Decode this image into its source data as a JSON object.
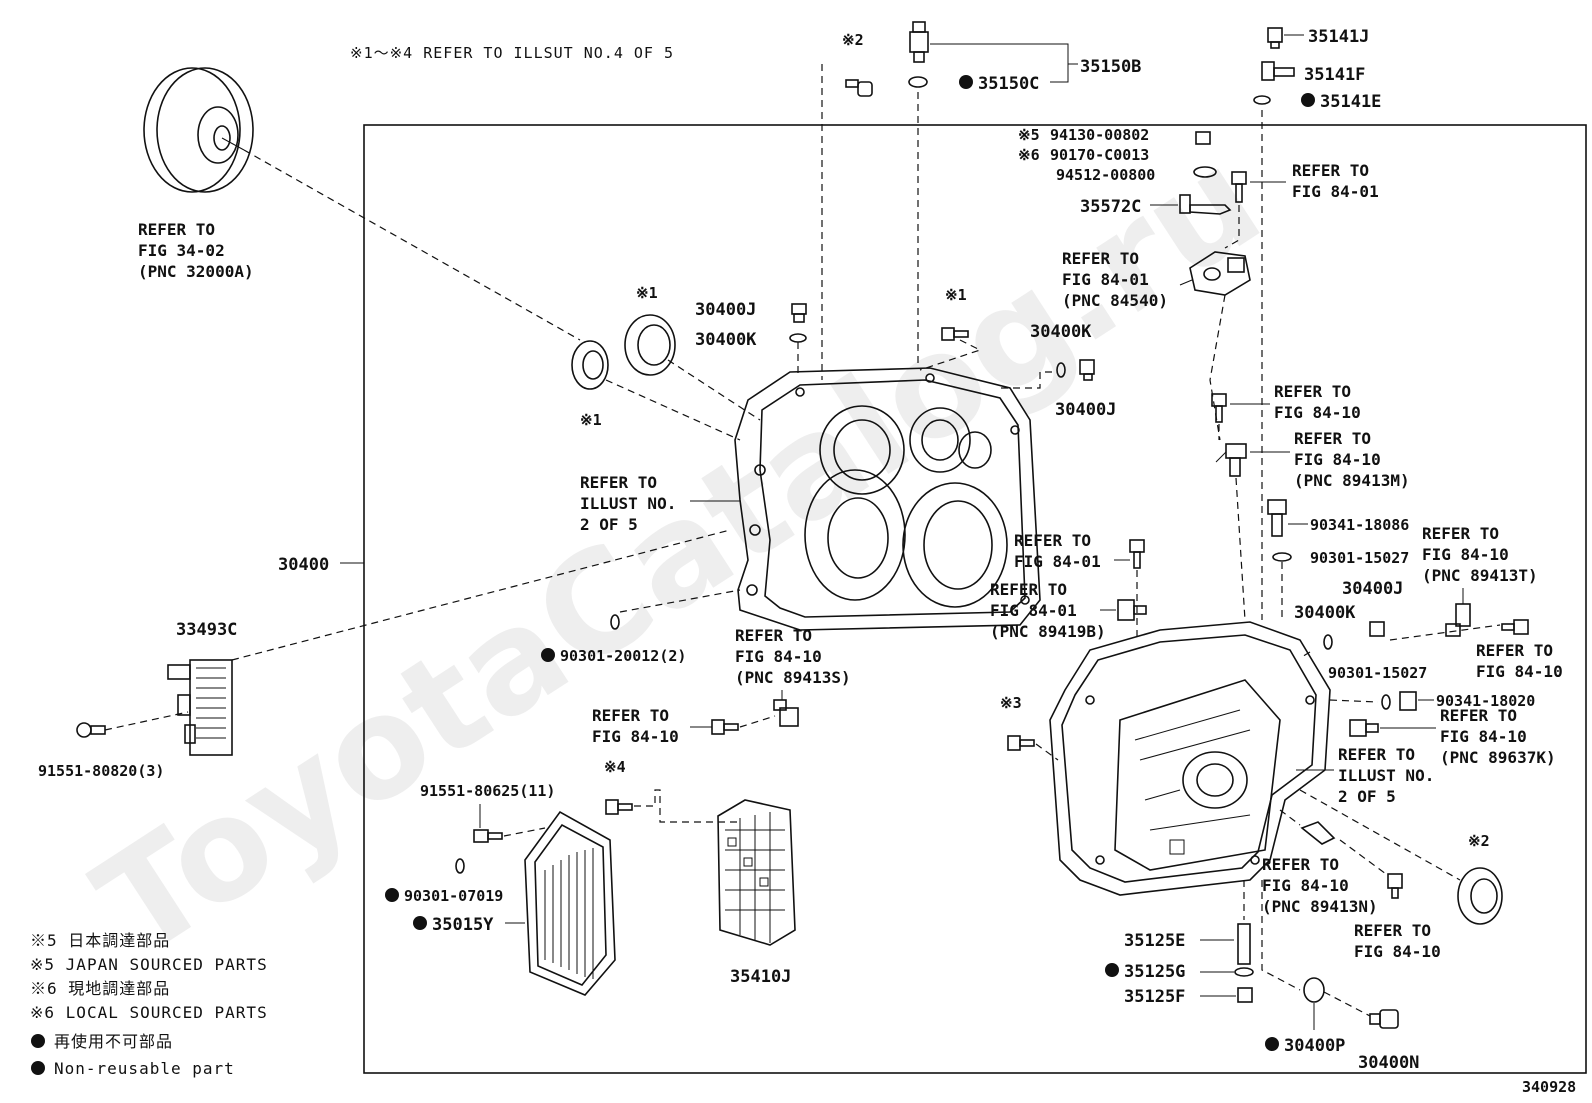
{
  "header_note": "※1～※4 REFER TO ILLSUT NO.4 OF 5",
  "watermark": "ToyotaCatalog.ru",
  "figure_number": "340928",
  "markers": {
    "m1": "※1",
    "m2": "※2",
    "m3": "※3",
    "m4": "※4"
  },
  "labels": {
    "p30400": "30400",
    "p33493C": "33493C",
    "p91551_80820": "91551-80820(3)",
    "p30400J_a": "30400J",
    "p30400K_a": "30400K",
    "p30400K_b": "30400K",
    "p30400J_b": "30400J",
    "p35150B": "35150B",
    "p35150C": "35150C",
    "p35141J": "35141J",
    "p35141F": "35141F",
    "p35141E": "35141E",
    "p94130": "94130-00802",
    "p90170": "90170-C0013",
    "p94512": "94512-00800",
    "p35572C": "35572C",
    "p90301_20012": "90301-20012(2)",
    "p91551_80625": "91551-80625(11)",
    "p90301_07019": "90301-07019",
    "p35015Y": "35015Y",
    "p35410J": "35410J",
    "p90341_18086": "90341-18086",
    "p90301_15027a": "90301-15027",
    "p30400J_c": "30400J",
    "p30400K_c": "30400K",
    "p90301_15027b": "90301-15027",
    "p90341_18020": "90341-18020",
    "p35125E": "35125E",
    "p35125G": "35125G",
    "p35125F": "35125F",
    "p30400P": "30400P",
    "p30400N": "30400N",
    "m5a": "※5",
    "m6a": "※6"
  },
  "refs": {
    "r_torque_1": "REFER TO",
    "r_torque_2": "FIG 34-02",
    "r_torque_3": "(PNC 32000A)",
    "r_illust_a1": "REFER TO",
    "r_illust_a2": "ILLUST NO.",
    "r_illust_a3": "2 OF 5",
    "r_8410_s1": "REFER TO",
    "r_8410_s2": "FIG 84-10",
    "r_8410_s3": "(PNC 89413S)",
    "r_8410_b1": "REFER TO",
    "r_8410_b2": "FIG 84-10",
    "r_8401_top1": "REFER TO",
    "r_8401_top2": "FIG 84-01",
    "r_84540_1": "REFER TO",
    "r_84540_2": "FIG 84-01",
    "r_84540_3": "(PNC 84540)",
    "r_8410_c1": "REFER TO",
    "r_8410_c2": "FIG 84-10",
    "r_89413M_1": "REFER TO",
    "r_89413M_2": "FIG 84-10",
    "r_89413M_3": "(PNC 89413M)",
    "r_8401_mid1": "REFER TO",
    "r_8401_mid2": "FIG 84-01",
    "r_89419B_1": "REFER TO",
    "r_89419B_2": "FIG 84-01",
    "r_89419B_3": "(PNC 89419B)",
    "r_89413T_1": "REFER TO",
    "r_89413T_2": "FIG 84-10",
    "r_89413T_3": "(PNC 89413T)",
    "r_8410_d1": "REFER TO",
    "r_8410_d2": "FIG 84-10",
    "r_89637K_1": "REFER TO",
    "r_89637K_2": "FIG 84-10",
    "r_89637K_3": "(PNC 89637K)",
    "r_illust_b1": "REFER TO",
    "r_illust_b2": "ILLUST NO.",
    "r_illust_b3": "2 OF 5",
    "r_89413N_1": "REFER TO",
    "r_89413N_2": "FIG 84-10",
    "r_89413N_3": "(PNC 89413N)",
    "r_8410_e1": "REFER TO",
    "r_8410_e2": "FIG 84-10"
  },
  "legend": {
    "l1": "※5 日本調達部品",
    "l2": "※5 JAPAN SOURCED PARTS",
    "l3": "※6 現地調達部品",
    "l4": "※6 LOCAL SOURCED PARTS",
    "l5": "再使用不可部品",
    "l6": "Non-reusable part"
  }
}
